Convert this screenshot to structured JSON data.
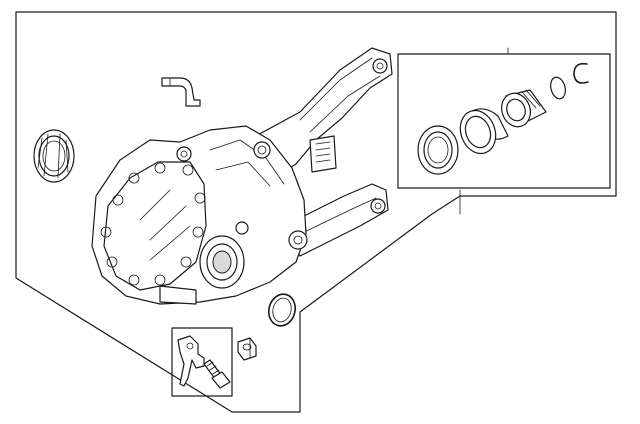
{
  "diagram": {
    "type": "exploded-parts-diagram",
    "parts": [
      "differential-housing",
      "breather-tube",
      "axle-seal-left",
      "axle-seal-kit",
      "o-ring",
      "drain-plug",
      "bracket-and-bolt"
    ],
    "axle_seal_kit_parts": [
      "seal",
      "bearing-sleeve",
      "seal-carrier",
      "o-ring",
      "snap-ring"
    ],
    "bracket_kit_parts": [
      "bracket",
      "bolt"
    ],
    "colors": {
      "line": "#1a1a1a",
      "background": "#ffffff"
    }
  }
}
